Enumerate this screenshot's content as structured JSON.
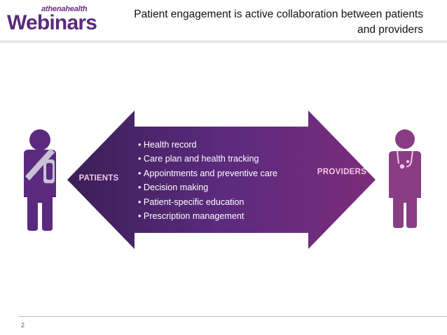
{
  "header": {
    "logo_brand": "athenahealth",
    "logo_title": "Webinars",
    "title": "Patient engagement is active collaboration between patients and providers"
  },
  "diagram": {
    "left_label": "PATIENTS",
    "right_label": "PROVIDERS",
    "items": [
      "Health record",
      "Care plan and health tracking",
      "Appointments and preventive care",
      "Decision making",
      "Patient-specific education",
      "Prescription management"
    ]
  },
  "colors": {
    "arrow_dark": "#3b1f56",
    "arrow_mid": "#5b2a7e",
    "arrow_light": "#7b2d7a",
    "patient_figure": "#5b2a7e",
    "provider_figure": "#8a3d85",
    "accent_pink": "#c070a6"
  },
  "icons": {
    "patient": "patient-with-arm-sling-icon",
    "provider": "doctor-with-stethoscope-icon"
  },
  "footer": {
    "page_number": "2"
  }
}
